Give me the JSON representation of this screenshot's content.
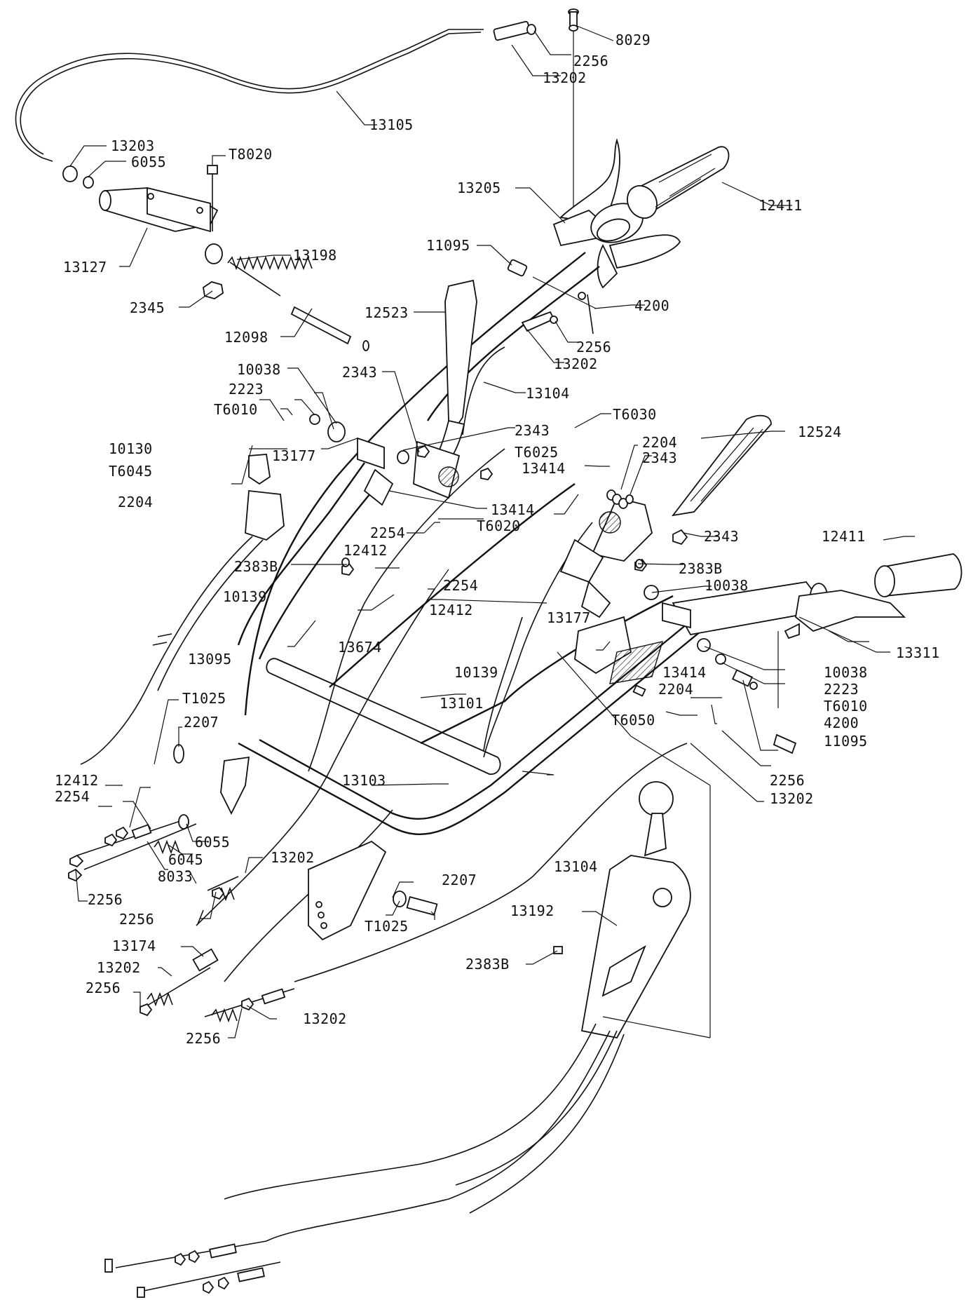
{
  "diagram": {
    "labels": [
      {
        "id": "l01",
        "text": "8029"
      },
      {
        "id": "l02",
        "text": "2256"
      },
      {
        "id": "l03",
        "text": "13202"
      },
      {
        "id": "l04",
        "text": "13105"
      },
      {
        "id": "l05",
        "text": "13203"
      },
      {
        "id": "l06",
        "text": "6055"
      },
      {
        "id": "l07",
        "text": "T8020"
      },
      {
        "id": "l08",
        "text": "13205"
      },
      {
        "id": "l09",
        "text": "12411"
      },
      {
        "id": "l10",
        "text": "13127"
      },
      {
        "id": "l11",
        "text": "13198"
      },
      {
        "id": "l12",
        "text": "11095"
      },
      {
        "id": "l13",
        "text": "2345"
      },
      {
        "id": "l14",
        "text": "12098"
      },
      {
        "id": "l15",
        "text": "12523"
      },
      {
        "id": "l16",
        "text": "4200"
      },
      {
        "id": "l17",
        "text": "2256"
      },
      {
        "id": "l18",
        "text": "13202"
      },
      {
        "id": "l19",
        "text": "10038"
      },
      {
        "id": "l20",
        "text": "2343"
      },
      {
        "id": "l21",
        "text": "13104"
      },
      {
        "id": "l22",
        "text": "2223"
      },
      {
        "id": "l23",
        "text": "T6010"
      },
      {
        "id": "l24",
        "text": "T6030"
      },
      {
        "id": "l25",
        "text": "12524"
      },
      {
        "id": "l26",
        "text": "2343"
      },
      {
        "id": "l27",
        "text": "2204"
      },
      {
        "id": "l28",
        "text": "10130"
      },
      {
        "id": "l29",
        "text": "T6025"
      },
      {
        "id": "l30",
        "text": "2343"
      },
      {
        "id": "l31",
        "text": "13177"
      },
      {
        "id": "l32",
        "text": "13414"
      },
      {
        "id": "l33",
        "text": "T6045"
      },
      {
        "id": "l34",
        "text": "2204"
      },
      {
        "id": "l35",
        "text": "13414"
      },
      {
        "id": "l36",
        "text": "T6020"
      },
      {
        "id": "l37",
        "text": "2254"
      },
      {
        "id": "l38",
        "text": "2343"
      },
      {
        "id": "l39",
        "text": "12411"
      },
      {
        "id": "l40",
        "text": "12412"
      },
      {
        "id": "l41",
        "text": "2383B"
      },
      {
        "id": "l42",
        "text": "2383B"
      },
      {
        "id": "l43",
        "text": "10139"
      },
      {
        "id": "l44",
        "text": "2254"
      },
      {
        "id": "l45",
        "text": "10038"
      },
      {
        "id": "l46",
        "text": "12412"
      },
      {
        "id": "l47",
        "text": "13177"
      },
      {
        "id": "l48",
        "text": "13674"
      },
      {
        "id": "l49",
        "text": "13311"
      },
      {
        "id": "l50",
        "text": "13095"
      },
      {
        "id": "l51",
        "text": "10139"
      },
      {
        "id": "l52",
        "text": "13414"
      },
      {
        "id": "l53",
        "text": "10038"
      },
      {
        "id": "l54",
        "text": "2204"
      },
      {
        "id": "l55",
        "text": "2223"
      },
      {
        "id": "l56",
        "text": "T1025"
      },
      {
        "id": "l57",
        "text": "13101"
      },
      {
        "id": "l58",
        "text": "T6010"
      },
      {
        "id": "l59",
        "text": "2207"
      },
      {
        "id": "l60",
        "text": "T6050"
      },
      {
        "id": "l61",
        "text": "4200"
      },
      {
        "id": "l62",
        "text": "11095"
      },
      {
        "id": "l63",
        "text": "12412"
      },
      {
        "id": "l64",
        "text": "2254"
      },
      {
        "id": "l65",
        "text": "13103"
      },
      {
        "id": "l66",
        "text": "2256"
      },
      {
        "id": "l67",
        "text": "13202"
      },
      {
        "id": "l68",
        "text": "6055"
      },
      {
        "id": "l69",
        "text": "6045"
      },
      {
        "id": "l70",
        "text": "13202"
      },
      {
        "id": "l71",
        "text": "8033"
      },
      {
        "id": "l72",
        "text": "13104"
      },
      {
        "id": "l73",
        "text": "2207"
      },
      {
        "id": "l74",
        "text": "2256"
      },
      {
        "id": "l75",
        "text": "2256"
      },
      {
        "id": "l76",
        "text": "T1025"
      },
      {
        "id": "l77",
        "text": "13192"
      },
      {
        "id": "l78",
        "text": "13174"
      },
      {
        "id": "l79",
        "text": "2383B"
      },
      {
        "id": "l80",
        "text": "13202"
      },
      {
        "id": "l81",
        "text": "2256"
      },
      {
        "id": "l82",
        "text": "13202"
      },
      {
        "id": "l83",
        "text": "2256"
      }
    ]
  }
}
